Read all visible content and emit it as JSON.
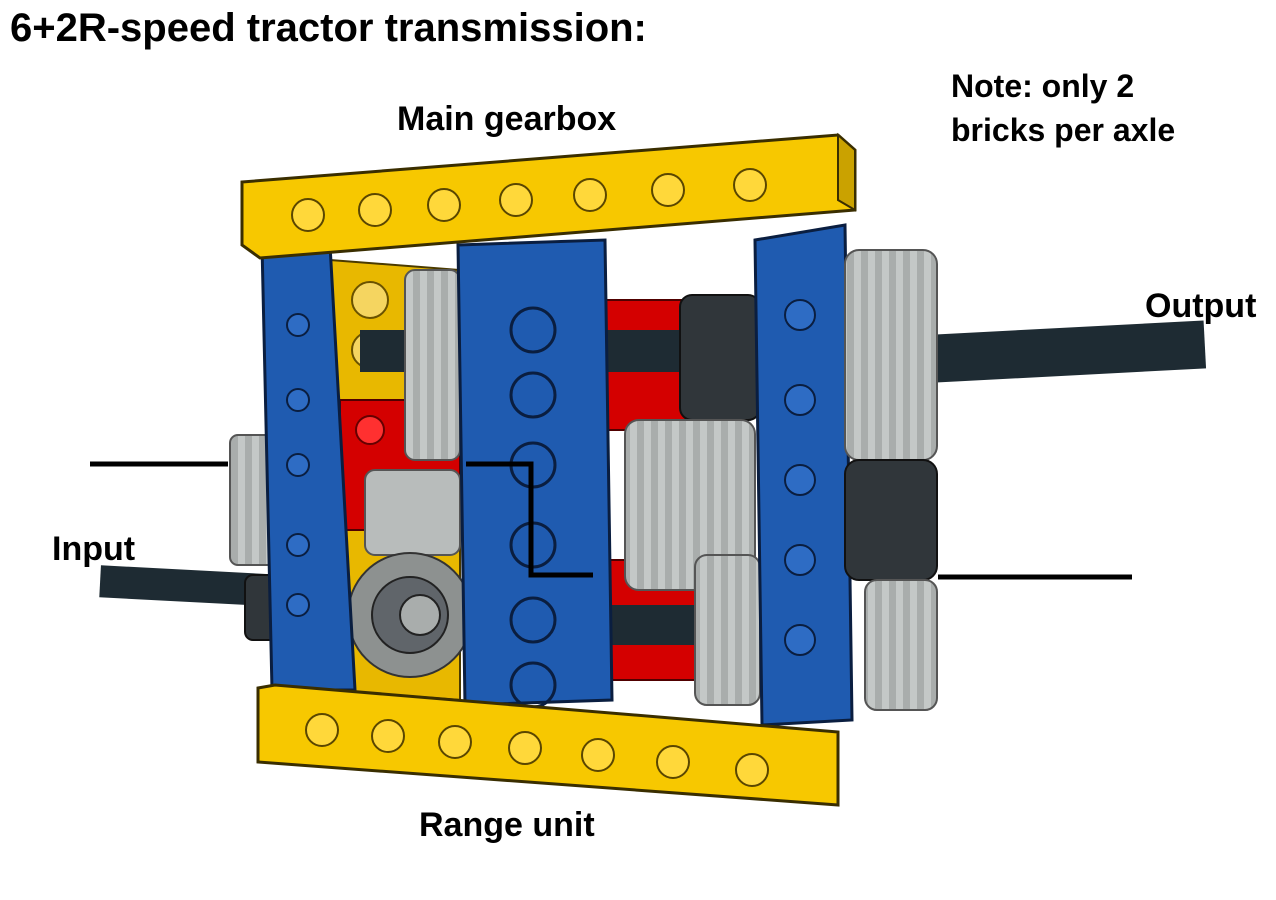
{
  "title": "6+2R-speed tractor transmission:",
  "note_line1": "Note: only 2",
  "note_line2": "bricks per axle",
  "labels": {
    "main_gearbox": "Main gearbox",
    "range_unit": "Range unit",
    "output": "Output",
    "input": "Input"
  },
  "colors": {
    "yellow_beam": "#f7c800",
    "blue_beam": "#1f5bb0",
    "red_part": "#d40000",
    "gear_grey": "#a5a9a8",
    "dark_gear": "#30363a",
    "axle": "#1e2b33"
  }
}
